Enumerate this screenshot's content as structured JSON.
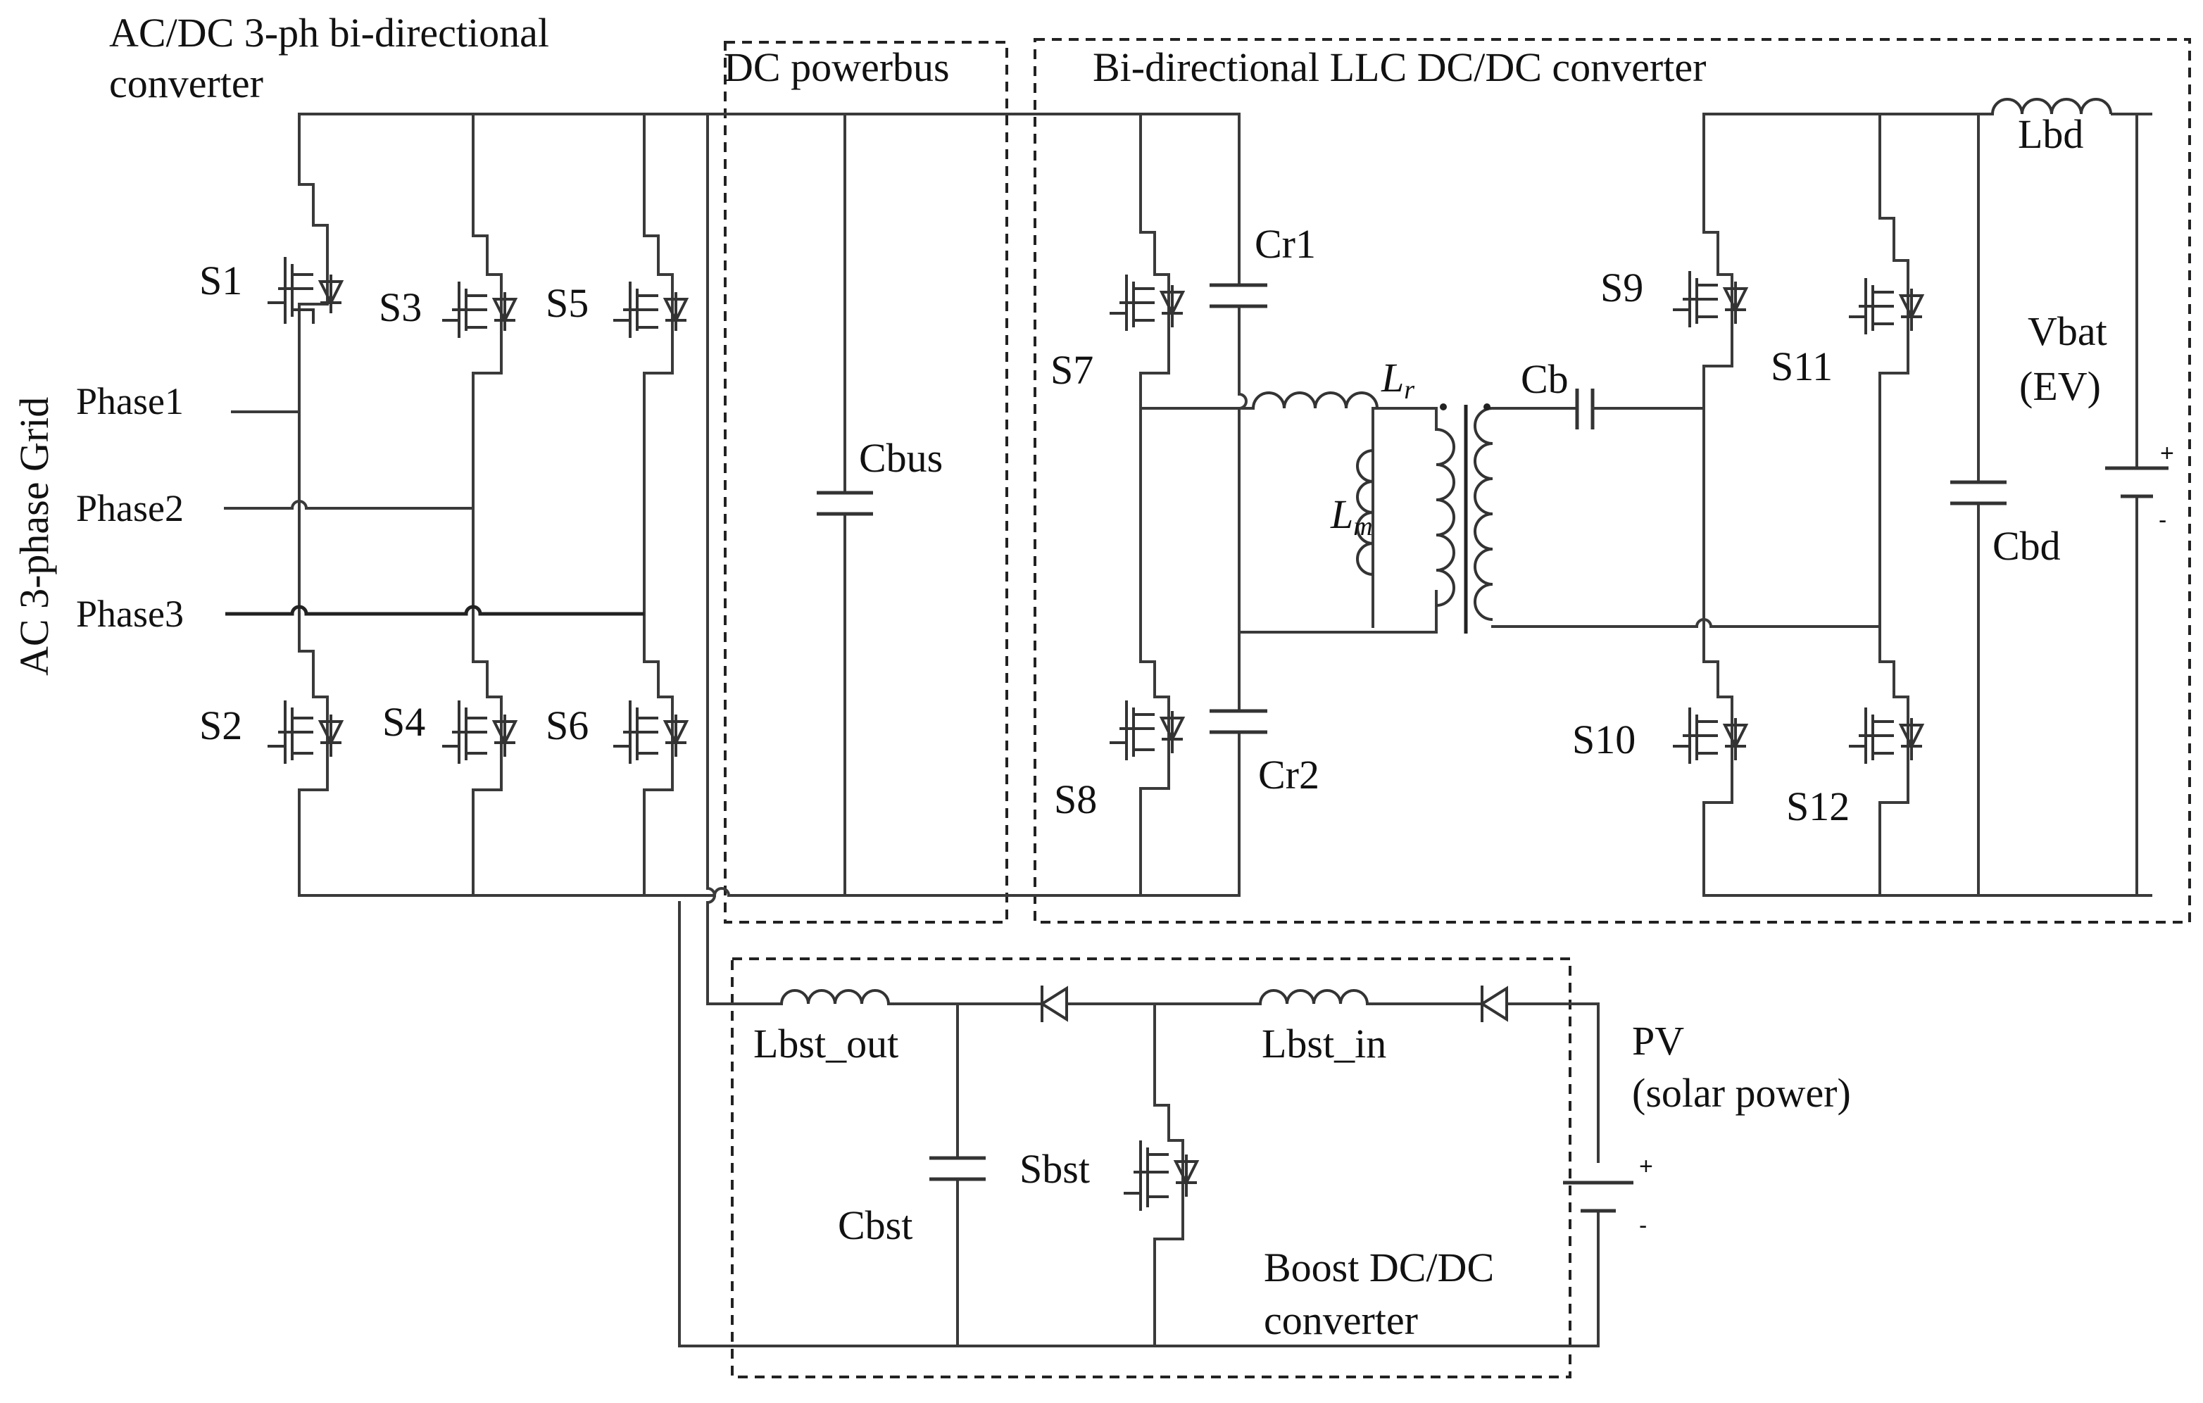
{
  "blocks": {
    "acdc": [
      "AC/DC 3-ph bi-directional",
      "converter"
    ],
    "dc_bus": "DC powerbus",
    "llc": "Bi-directional LLC DC/DC converter",
    "boost": [
      "Boost DC/DC",
      "converter"
    ]
  },
  "grid": {
    "title": "AC 3-phase Grid",
    "phases": [
      "Phase1",
      "Phase2",
      "Phase3"
    ]
  },
  "switches": [
    "S1",
    "S2",
    "S3",
    "S4",
    "S5",
    "S6",
    "S7",
    "S8",
    "S9",
    "S10",
    "S11",
    "S12",
    "Sbst"
  ],
  "capacitors": [
    "Cbus",
    "Cr1",
    "Cr2",
    "Cb",
    "Cbd",
    "Cbst"
  ],
  "inductors": {
    "Lr": {
      "main": "L",
      "sub": "r"
    },
    "Lm": {
      "main": "L",
      "sub": "m"
    },
    "Lbd": "Lbd",
    "Lbst_out": "Lbst_out",
    "Lbst_in": "Lbst_in"
  },
  "battery": {
    "label": [
      "Vbat",
      "(EV)"
    ],
    "plus": "+",
    "minus": "-"
  },
  "pv": {
    "label": [
      "PV",
      "(solar power)"
    ],
    "plus": "+",
    "minus": "-"
  },
  "colors": {
    "wire": "#3a3a3a",
    "text": "#111111",
    "background": "#ffffff"
  }
}
